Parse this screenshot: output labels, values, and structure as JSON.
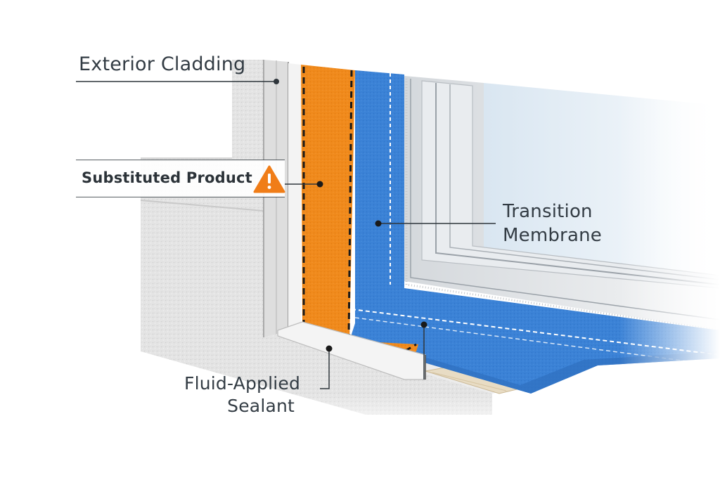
{
  "labels": {
    "exterior_cladding": "Exterior Cladding",
    "substituted_product": "Substituted Product",
    "transition_membrane_line1": "Transition",
    "transition_membrane_line2": "Membrane",
    "fluid_applied_sealant_line1": "Fluid-Applied",
    "fluid_applied_sealant_line2": "Sealant"
  },
  "icons": {
    "substituted_product": "warning-triangle-icon"
  },
  "colors": {
    "substituted_layer": "#f08a1c",
    "transition_membrane": "#3b82d6",
    "warning": "#f07d18",
    "cladding": "#e3e3e3",
    "leader_line": "#2f363c"
  }
}
